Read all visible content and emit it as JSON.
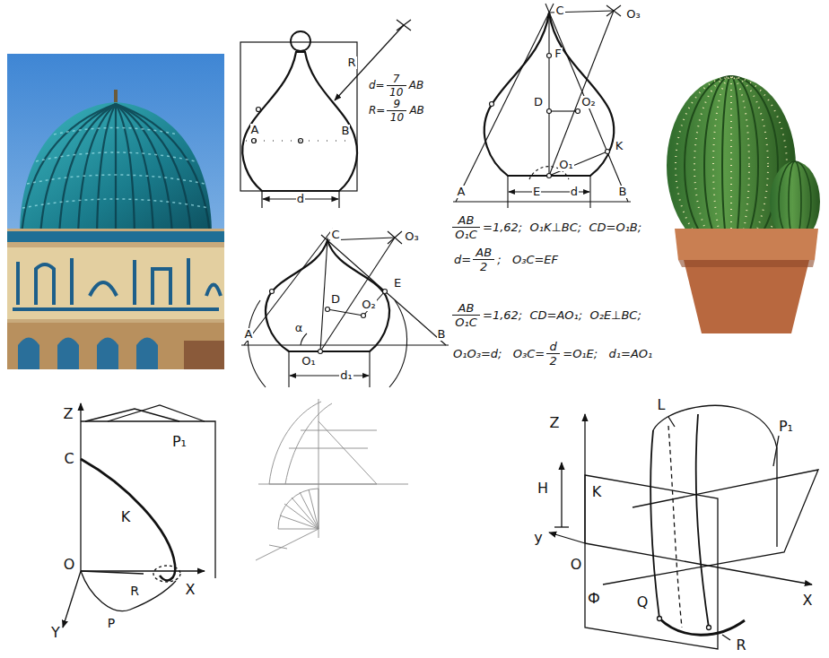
{
  "diagram": {
    "labels": [
      "R",
      "d=",
      "7",
      "10",
      "AB",
      "R=",
      "9",
      "10",
      "AB",
      "A",
      "B",
      "d",
      "C",
      "O₃",
      "F",
      "D",
      "O₂",
      "K",
      "A",
      "E",
      "O₁",
      "B",
      "d",
      "AB",
      "O₁C",
      "=1,62;  O₁K⊥BC;  CD=O₁B;",
      "d=",
      "AB",
      "2",
      ";   O₃C=EF",
      "C",
      "O₃",
      "E",
      "D",
      "O₂",
      "A",
      "α",
      "O₁",
      "d₁",
      "B",
      "AB",
      "O₁C",
      "=1,62;  CD=AO₁;  O₂E⊥BC;",
      "O₁O₃=d;   O₃C=",
      "d",
      "2",
      "=O₁E;   d₁=AO₁",
      "Z",
      "C",
      "P₁",
      "K",
      "O",
      "Y",
      "R",
      "P",
      "X",
      "Z",
      "L",
      "H",
      "K",
      "P₁",
      "y",
      "O",
      "X",
      "Ф",
      "Q",
      "R"
    ]
  }
}
